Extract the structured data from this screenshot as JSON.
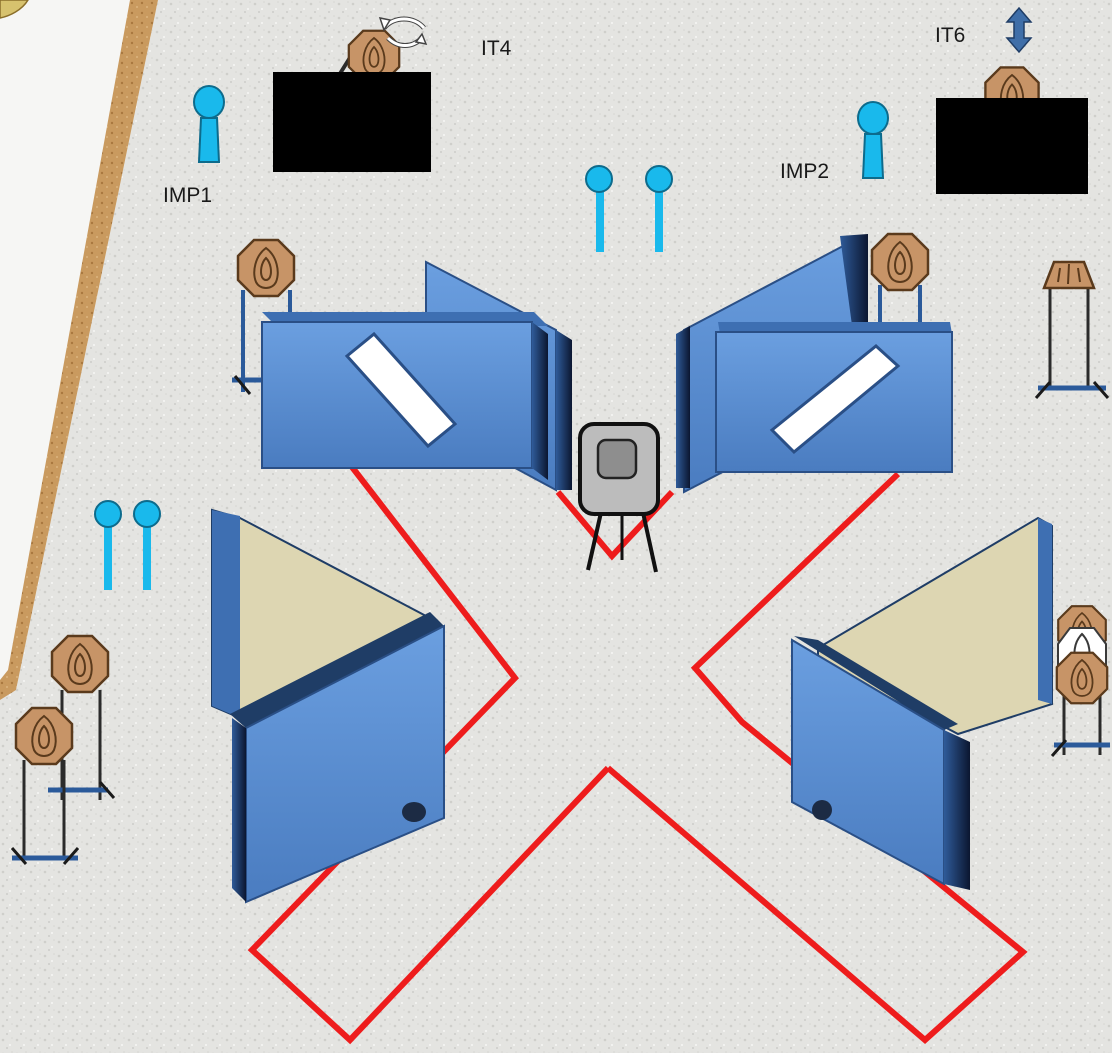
{
  "labels": {
    "it4": "IT4",
    "it6": "IT6",
    "imp1": "IMP1",
    "imp2": "IMP2"
  },
  "colors": {
    "ground": "#e6e6e4",
    "berm_wood": "#c79a5e",
    "barricade_blue": "#5b8fd3",
    "barricade_dark": "#2a4f86",
    "wall_tan": "#ddd6b2",
    "shooting_box": "#ee1c1c",
    "popper": "#19b9ec",
    "target_tan": "#c79467",
    "target_outline": "#5a3a1c",
    "target_stand": "#2b5a9a",
    "black_cover": "#000000"
  },
  "icons": {
    "swing_indicator": "rotate-arrow-icon",
    "moving_indicator": "up-down-arrow-icon"
  }
}
